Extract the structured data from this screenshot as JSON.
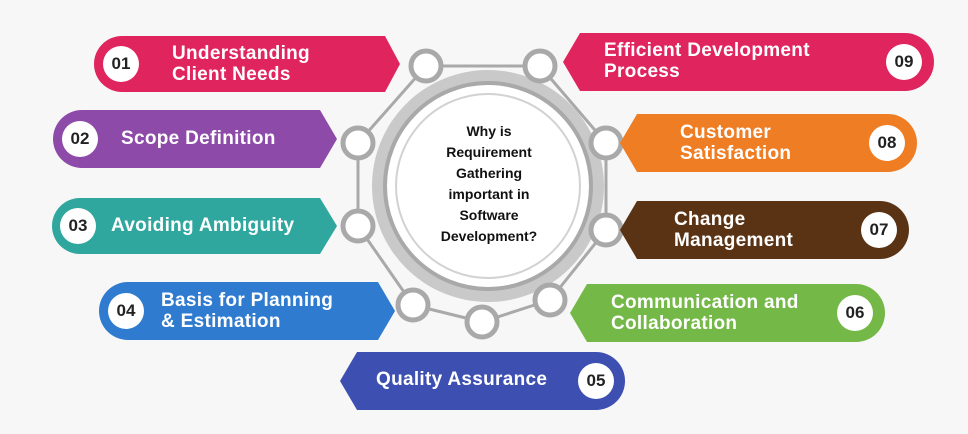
{
  "center_question": "Why is\nRequirement\nGathering\nimportant in\nSoftware\nDevelopment?",
  "colors": {
    "item_01": "#e0245e",
    "item_02": "#8e4aa8",
    "item_03": "#2fa79e",
    "item_04": "#2f7bd0",
    "item_05": "#3d4fb1",
    "item_06": "#74b847",
    "item_07": "#5a3314",
    "item_08": "#ee7d24",
    "item_09": "#e0245e",
    "connector": "#a7a7a7",
    "background": "#f7f7f7"
  },
  "items": [
    {
      "number": "01",
      "label": "Understanding\nClient Needs"
    },
    {
      "number": "02",
      "label": "Scope Definition"
    },
    {
      "number": "03",
      "label": "Avoiding Ambiguity"
    },
    {
      "number": "04",
      "label": "Basis for Planning\n& Estimation"
    },
    {
      "number": "05",
      "label": "Quality Assurance"
    },
    {
      "number": "06",
      "label": "Communication and\nCollaboration"
    },
    {
      "number": "07",
      "label": "Change\nManagement"
    },
    {
      "number": "08",
      "label": "Customer\nSatisfaction"
    },
    {
      "number": "09",
      "label": "Efficient Development\nProcess"
    }
  ]
}
